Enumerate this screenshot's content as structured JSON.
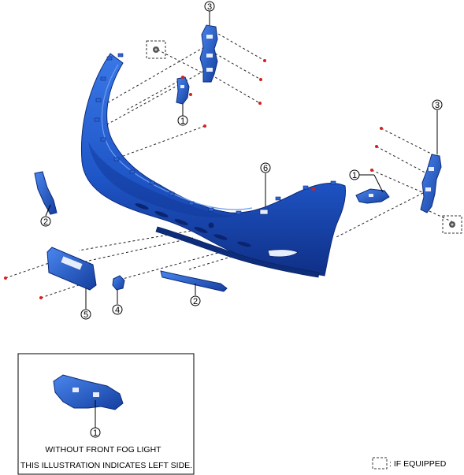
{
  "callouts": {
    "c1_top": "1",
    "c1_right": "1",
    "c1_inset": "1",
    "c2_left": "2",
    "c2_bottom": "2",
    "c3_top": "3",
    "c3_right": "3",
    "c4": "4",
    "c5": "5",
    "c6": "6"
  },
  "inset": {
    "line1": "WITHOUT FRONT FOG LIGHT",
    "line2": "THIS ILLUSTRATION INDICATES LEFT SIDE."
  },
  "legend": {
    "label": ": IF EQUIPPED"
  },
  "colors": {
    "part_blue": "#1f56c8",
    "part_dark": "#0f2f86",
    "fastener_red": "#d42020"
  }
}
